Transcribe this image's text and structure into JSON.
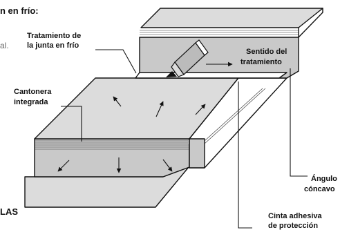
{
  "fragments": {
    "top_left": "n en frío:",
    "left_middle": "al.",
    "bottom_left": "LAS"
  },
  "labels": {
    "junta_line1": "Tratamiento de",
    "junta_line2": "la junta en frío",
    "cantonera_line1": "Cantonera",
    "cantonera_line2": "integrada",
    "sentido_line1": "Sentido del",
    "sentido_line2": "tratamiento",
    "angulo_line1": "Ángulo",
    "angulo_line2": "cóncavo",
    "cinta_line1": "Cinta adhesiva",
    "cinta_line2": "de protección"
  },
  "colors": {
    "sheet": "#dcdcdc",
    "sheet_shadow": "#c9c9c9",
    "outline": "#111111",
    "text": "#111111",
    "fragment_muted": "#666666"
  },
  "icons": {
    "cartridge": "sealant-cartridge-icon",
    "arrows": "arrow-icon"
  }
}
